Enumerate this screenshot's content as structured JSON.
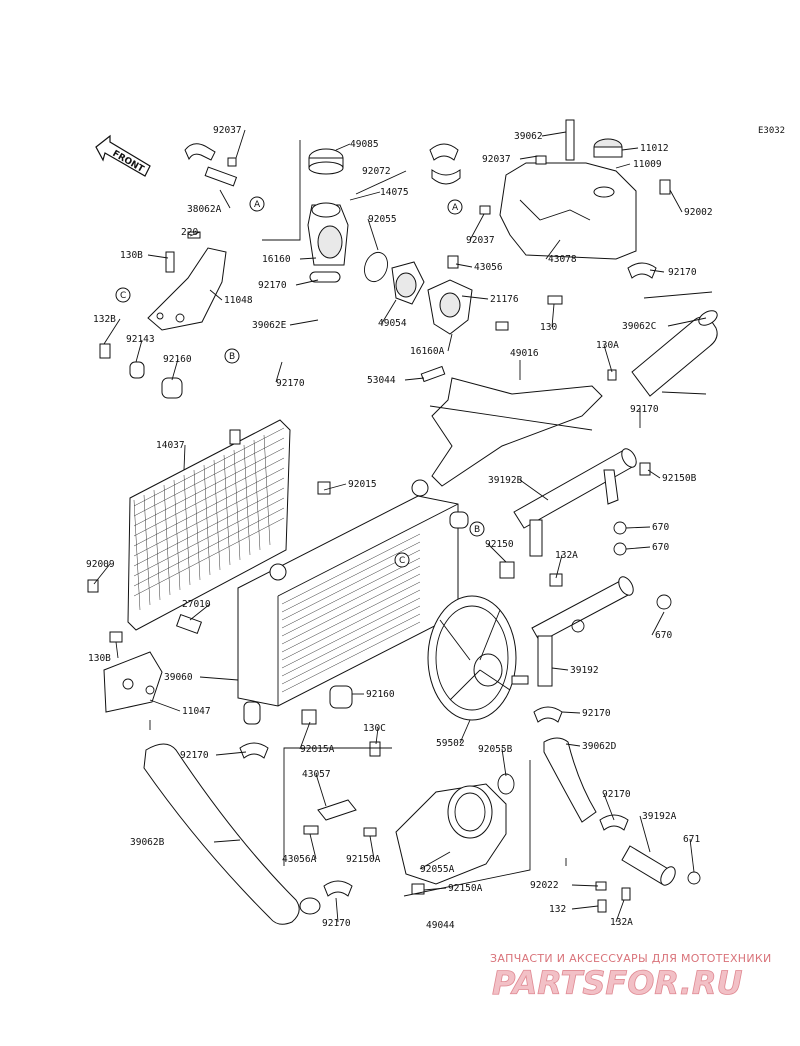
{
  "diagram_code": "E3032",
  "front_label": "FRONT",
  "parts": [
    {
      "id": "p92037a",
      "label": "92037"
    },
    {
      "id": "p49085",
      "label": "49085"
    },
    {
      "id": "p92072",
      "label": "92072"
    },
    {
      "id": "p14075",
      "label": "14075"
    },
    {
      "id": "p38062a",
      "label": "38062A"
    },
    {
      "id": "p220",
      "label": "220"
    },
    {
      "id": "p92055",
      "label": "92055"
    },
    {
      "id": "p130b1",
      "label": "130B"
    },
    {
      "id": "p16160",
      "label": "16160"
    },
    {
      "id": "p92170a",
      "label": "92170"
    },
    {
      "id": "p11048",
      "label": "11048"
    },
    {
      "id": "p49054",
      "label": "49054"
    },
    {
      "id": "p132b",
      "label": "132B"
    },
    {
      "id": "p39062e",
      "label": "39062E"
    },
    {
      "id": "p92143",
      "label": "92143"
    },
    {
      "id": "p92160a",
      "label": "92160"
    },
    {
      "id": "p92170b",
      "label": "92170"
    },
    {
      "id": "p39062",
      "label": "39062"
    },
    {
      "id": "p11012",
      "label": "11012"
    },
    {
      "id": "p92037b",
      "label": "92037"
    },
    {
      "id": "p11009",
      "label": "11009"
    },
    {
      "id": "p92002",
      "label": "92002"
    },
    {
      "id": "p92037c",
      "label": "92037"
    },
    {
      "id": "p43056",
      "label": "43056"
    },
    {
      "id": "p43078",
      "label": "43078"
    },
    {
      "id": "p92170c",
      "label": "92170"
    },
    {
      "id": "p21176",
      "label": "21176"
    },
    {
      "id": "p130",
      "label": "130"
    },
    {
      "id": "p39062c",
      "label": "39062C"
    },
    {
      "id": "p16160a",
      "label": "16160A"
    },
    {
      "id": "p49016",
      "label": "49016"
    },
    {
      "id": "p130a",
      "label": "130A"
    },
    {
      "id": "p53044",
      "label": "53044"
    },
    {
      "id": "p92170d",
      "label": "92170"
    },
    {
      "id": "p14037",
      "label": "14037"
    },
    {
      "id": "p92015",
      "label": "92015"
    },
    {
      "id": "p39192b",
      "label": "39192B"
    },
    {
      "id": "p92150b",
      "label": "92150B"
    },
    {
      "id": "p670a",
      "label": "670"
    },
    {
      "id": "p670b",
      "label": "670"
    },
    {
      "id": "p92150",
      "label": "92150"
    },
    {
      "id": "p132a",
      "label": "132A"
    },
    {
      "id": "p92009",
      "label": "92009"
    },
    {
      "id": "p27010",
      "label": "27010"
    },
    {
      "id": "p670c",
      "label": "670"
    },
    {
      "id": "p130b2",
      "label": "130B"
    },
    {
      "id": "p39192",
      "label": "39192"
    },
    {
      "id": "p39060",
      "label": "39060"
    },
    {
      "id": "p92160b",
      "label": "92160"
    },
    {
      "id": "p11047",
      "label": "11047"
    },
    {
      "id": "p92170e",
      "label": "92170"
    },
    {
      "id": "p92015a",
      "label": "92015A"
    },
    {
      "id": "p130c",
      "label": "130C"
    },
    {
      "id": "p59502",
      "label": "59502"
    },
    {
      "id": "p92055b",
      "label": "92055B"
    },
    {
      "id": "p39062d",
      "label": "39062D"
    },
    {
      "id": "p92170f",
      "label": "92170"
    },
    {
      "id": "p43057",
      "label": "43057"
    },
    {
      "id": "p92170g",
      "label": "92170"
    },
    {
      "id": "p39192a",
      "label": "39192A"
    },
    {
      "id": "p671",
      "label": "671"
    },
    {
      "id": "p43056a",
      "label": "43056A"
    },
    {
      "id": "p92150a",
      "label": "92150A"
    },
    {
      "id": "p92055a",
      "label": "92055A"
    },
    {
      "id": "p39062b",
      "label": "39062B"
    },
    {
      "id": "p92022",
      "label": "92022"
    },
    {
      "id": "p92150a2",
      "label": "92150A"
    },
    {
      "id": "p132",
      "label": "132"
    },
    {
      "id": "p132a2",
      "label": "132A"
    },
    {
      "id": "p92170h",
      "label": "92170"
    },
    {
      "id": "p49044",
      "label": "49044"
    }
  ],
  "ref_markers": [
    "A",
    "A",
    "B",
    "B",
    "C",
    "C"
  ],
  "watermark": {
    "line1": "ЗАПЧАСТИ И АКСЕССУАРЫ ДЛЯ МОТОТЕХНИКИ",
    "line2": "PARTSFOR.RU"
  },
  "colors": {
    "line": "#111111",
    "watermark": "#e0808a"
  }
}
